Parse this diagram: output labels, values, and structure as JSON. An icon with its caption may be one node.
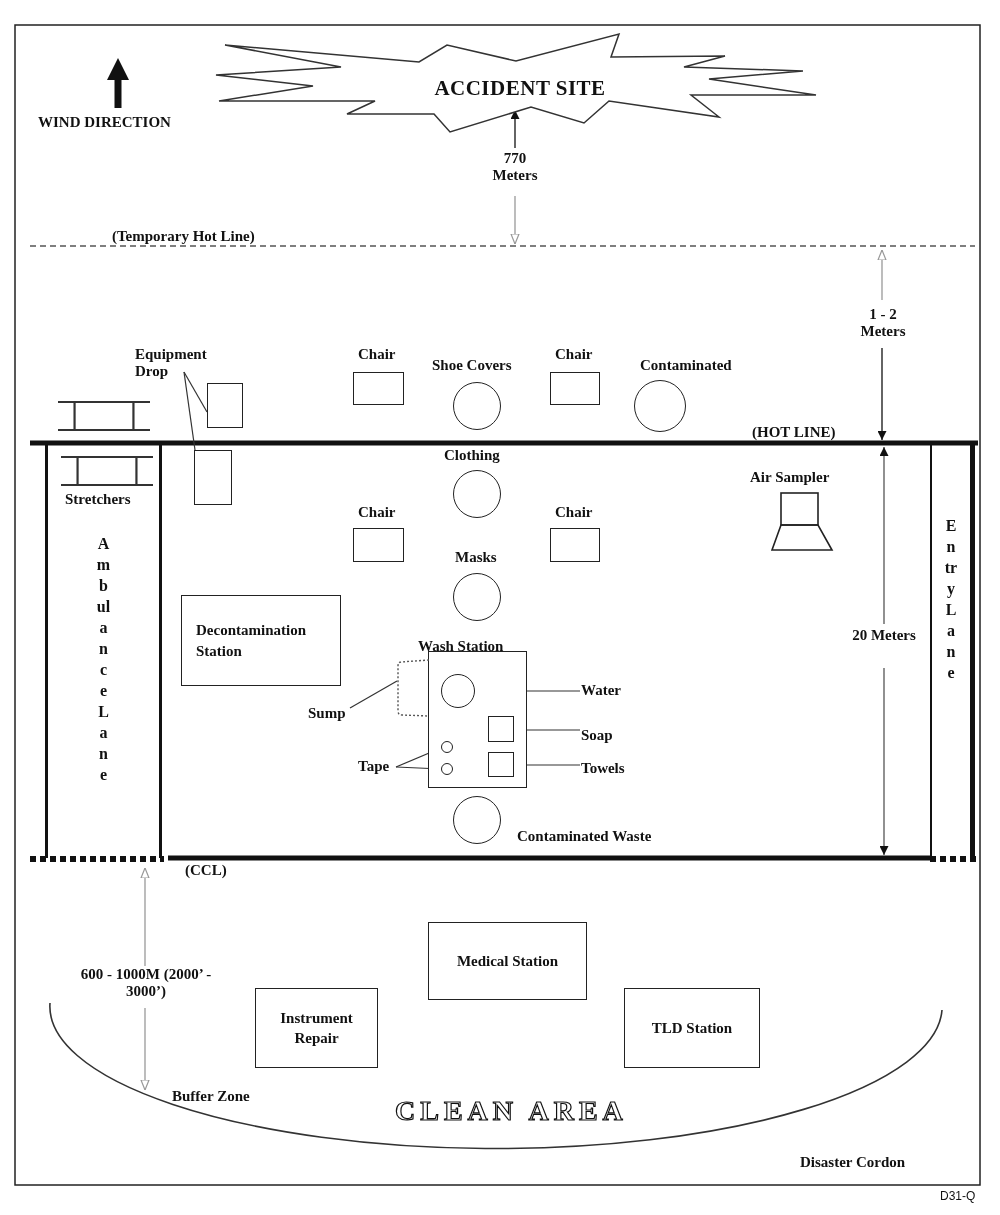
{
  "diagram": {
    "nodes": [
      {
        "text": [
          "ACCIDENT SITE"
        ]
      },
      {
        "text": [],
        "shape": "stretcher"
      },
      {
        "text": [
          "Equipment Drop"
        ]
      },
      {
        "text": [],
        "shape": "box"
      },
      {
        "text": [
          "Chair"
        ]
      },
      {
        "text": [
          "Shoe Covers"
        ]
      },
      {
        "text": [
          "Chair"
        ]
      },
      {
        "text": [
          "Contaminated"
        ]
      },
      {
        "text": [
          "Ambulance Lane"
        ]
      },
      {
        "text": [
          "Stretchers"
        ],
        "in": 8
      },
      {
        "text": [],
        "shape": "box"
      },
      {
        "text": [
          "Clothing"
        ]
      },
      {
        "text": [
          "Air Sampler"
        ]
      },
      {
        "text": [
          "Chair"
        ]
      },
      {
        "text": [
          "Chair"
        ]
      },
      {
        "text": [
          "Entry Lane"
        ]
      },
      {
        "text": [
          "Masks"
        ]
      },
      {
        "text": [
          "Decontamination Station"
        ]
      },
      {
        "text": [
          "Wash Station"
        ]
      },
      {
        "text": [],
        "shape": "bracket"
      },
      {
        "text": [
          "Sump"
        ]
      },
      {
        "text": [],
        "shape": "circle",
        "in": 18
      },
      {
        "text": [
          "Water"
        ]
      },
      {
        "text": [],
        "shape": "box",
        "in": 18
      },
      {
        "text": [
          "Soap"
        ]
      },
      {
        "text": [],
        "shape": "circle",
        "in": 18
      },
      {
        "text": [],
        "shape": "circle",
        "in": 18
      },
      {
        "text": [
          "Tape"
        ]
      },
      {
        "text": [],
        "shape": "box",
        "in": 18
      },
      {
        "text": [
          "Towels"
        ]
      },
      {
        "text": [
          "Contaminated Waste"
        ]
      },
      {
        "text": [
          "Medical Station"
        ]
      },
      {
        "text": [
          "Instrument Repair"
        ]
      },
      {
        "text": [
          "TLD Station"
        ]
      },
      {
        "text": [
          "CLEAN AREA"
        ]
      }
    ],
    "edges": [
      {
        "from": 2,
        "to": 3,
        "arrow": "none"
      },
      {
        "from": 2,
        "to": 10,
        "arrow": "none"
      },
      {
        "from": 20,
        "to": 19,
        "arrow": "none"
      },
      {
        "from": 22,
        "to": 21,
        "arrow": "none"
      },
      {
        "from": 24,
        "to": 23,
        "arrow": "none"
      },
      {
        "from": 27,
        "to": 25,
        "arrow": "none"
      },
      {
        "from": 27,
        "to": 26,
        "arrow": "none"
      },
      {
        "from": 29,
        "to": 28,
        "arrow": "none"
      }
    ],
    "labels": [
      "WIND DIRECTION",
      "770 Meters",
      "(Temporary Hot Line)",
      "1 - 2 Meters",
      "(HOT LINE)",
      "20 Meters",
      "(CCL)",
      "600 - 1000M (2000’ - 3000’)",
      "Buffer Zone",
      "Disaster Cordon",
      "D31-Q"
    ]
  }
}
